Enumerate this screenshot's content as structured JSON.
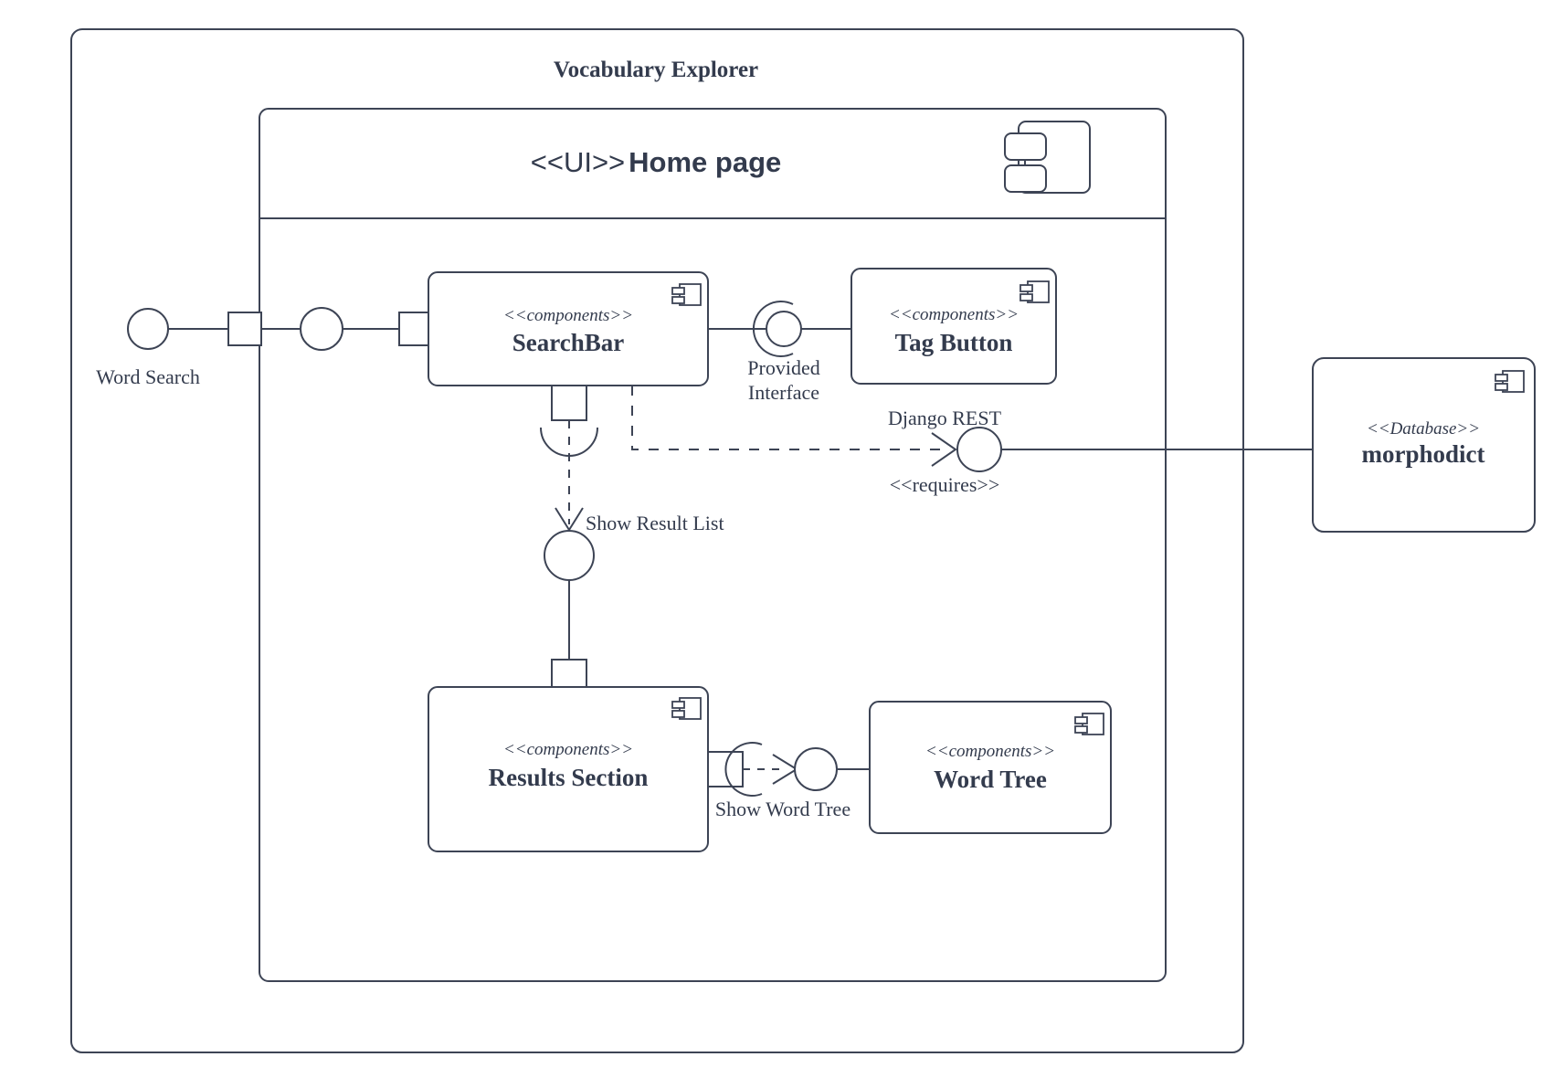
{
  "diagram": {
    "type": "uml-component-diagram",
    "title": "Vocabulary Explorer",
    "container": {
      "stereotype": "<<UI>>",
      "name": "Home page",
      "icon": "component-icon"
    },
    "components": [
      {
        "id": "searchbar",
        "stereotype": "<<components>>",
        "name": "SearchBar",
        "icon": "component-icon"
      },
      {
        "id": "tagbutton",
        "stereotype": "<<components>>",
        "name": "Tag Button",
        "icon": "component-icon"
      },
      {
        "id": "resultssection",
        "stereotype": "<<components>>",
        "name": "Results Section",
        "icon": "component-icon"
      },
      {
        "id": "wordtree",
        "stereotype": "<<components>>",
        "name": "Word Tree",
        "icon": "component-icon"
      },
      {
        "id": "morphodict",
        "stereotype": "<<Database>>",
        "name": "morphodict",
        "icon": "component-icon"
      }
    ],
    "interfaces": [
      {
        "id": "word-search",
        "label": "Word Search",
        "kind": "provided-ball"
      },
      {
        "id": "provided-interface",
        "label": "Provided\nInterface",
        "label_line1": "Provided",
        "label_line2": "Interface",
        "kind": "ball-and-socket"
      },
      {
        "id": "django-rest",
        "label": "Django REST",
        "kind": "provided-ball"
      },
      {
        "id": "show-result-list",
        "label": "Show Result List",
        "kind": "ball-and-socket"
      },
      {
        "id": "show-word-tree",
        "label": "Show Word Tree",
        "kind": "ball-and-socket"
      }
    ],
    "dependencies": [
      {
        "id": "requires",
        "label": "<<requires>>",
        "from": "searchbar",
        "to": "django-rest",
        "style": "dashed"
      }
    ],
    "colors": {
      "stroke": "#3d4455",
      "text": "#333b4d",
      "background": "#ffffff"
    }
  }
}
